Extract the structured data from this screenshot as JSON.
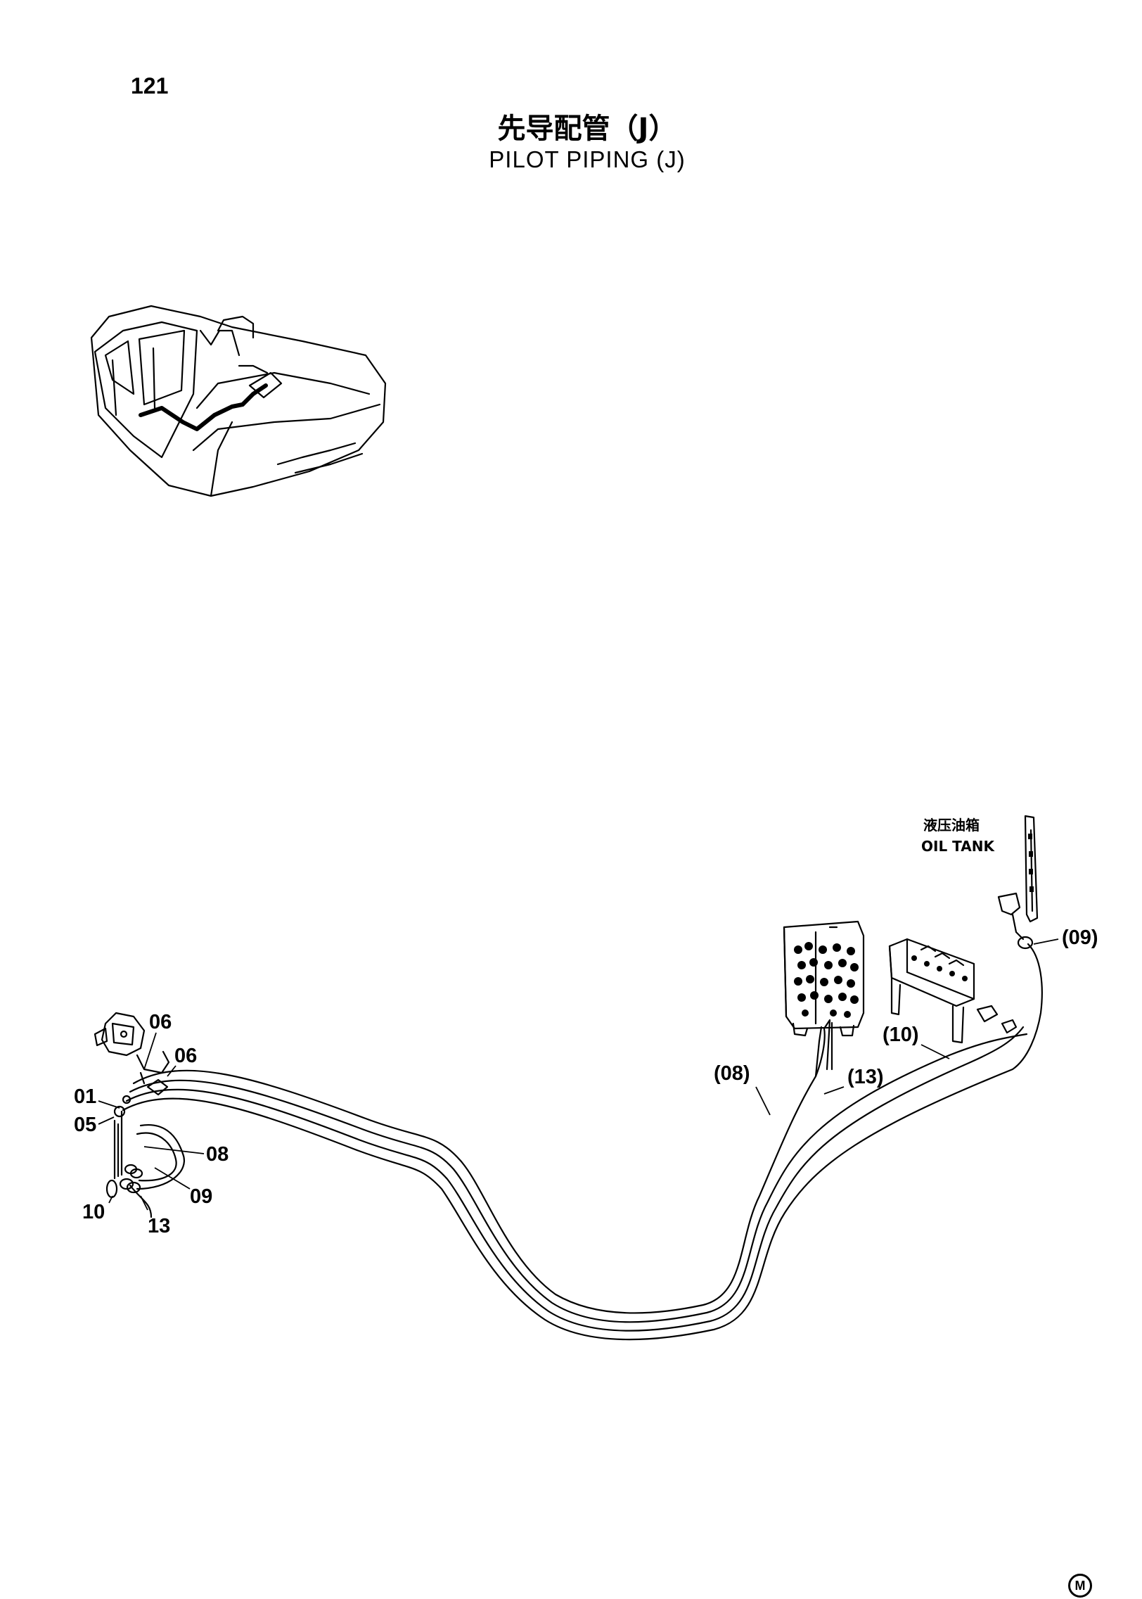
{
  "page": {
    "number": "121",
    "title_cn": "先导配管（J）",
    "title_en": "PILOT PIPING (J)",
    "corner_mark": "M"
  },
  "oil_tank": {
    "label_cn": "液压油箱",
    "label_en": "OIL TANK"
  },
  "callouts": {
    "p06a": "06",
    "p06b": "06",
    "p01": "01",
    "p05": "05",
    "p08": "08",
    "p09": "09",
    "p10": "10",
    "p13": "13",
    "r08": "(08)",
    "r13": "(13)",
    "r10": "(10)",
    "r09": "(09)"
  }
}
